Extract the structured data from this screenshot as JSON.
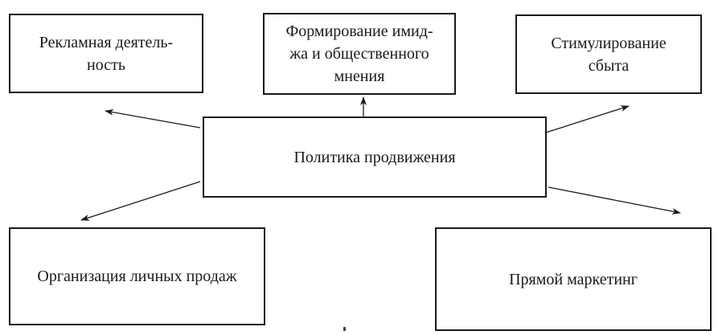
{
  "diagram": {
    "center_node": {
      "id": "center",
      "label": "Политика продвижения"
    },
    "nodes": [
      {
        "id": "advertising",
        "label": "Рекламная деятель-\nность"
      },
      {
        "id": "image-formation",
        "label": "Формирование имид-\nжа и общественного\nмнения"
      },
      {
        "id": "sales-promotion",
        "label": "Стимулирование\nсбыта"
      },
      {
        "id": "personal-sales",
        "label": "Организация личных продаж"
      },
      {
        "id": "direct-marketing",
        "label": "Прямой маркетинг"
      }
    ],
    "edges": [
      {
        "from": "center",
        "to": "advertising"
      },
      {
        "from": "center",
        "to": "image-formation"
      },
      {
        "from": "center",
        "to": "sales-promotion"
      },
      {
        "from": "center",
        "to": "personal-sales"
      },
      {
        "from": "center",
        "to": "direct-marketing"
      }
    ],
    "colors": {
      "background": "#ffffff",
      "box_border": "#1a1a1a",
      "text": "#1a1a1a",
      "arrow": "#1c1c1c"
    }
  }
}
